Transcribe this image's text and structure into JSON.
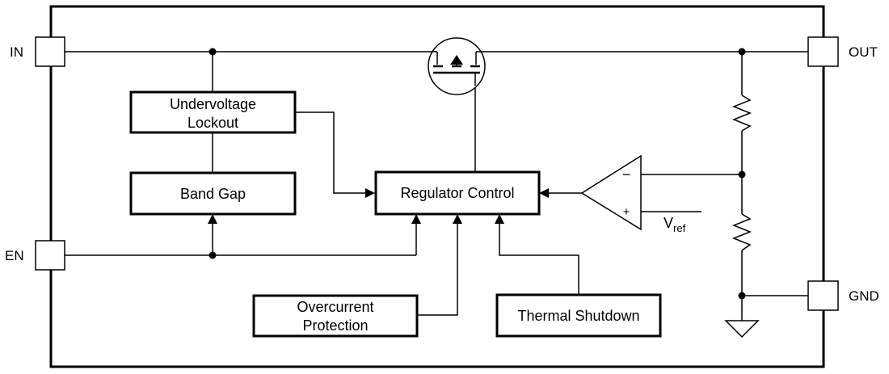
{
  "pins": {
    "in": "IN",
    "out": "OUT",
    "en": "EN",
    "gnd": "GND"
  },
  "blocks": {
    "uvlo_line1": "Undervoltage",
    "uvlo_line2": "Lockout",
    "band_gap": "Band Gap",
    "regulator_control": "Regulator Control",
    "overcurrent_line1": "Overcurrent",
    "overcurrent_line2": "Protection",
    "thermal_shutdown": "Thermal Shutdown"
  },
  "amplifier": {
    "minus": "−",
    "plus": "+",
    "vref_main": "V",
    "vref_sub": "ref"
  }
}
